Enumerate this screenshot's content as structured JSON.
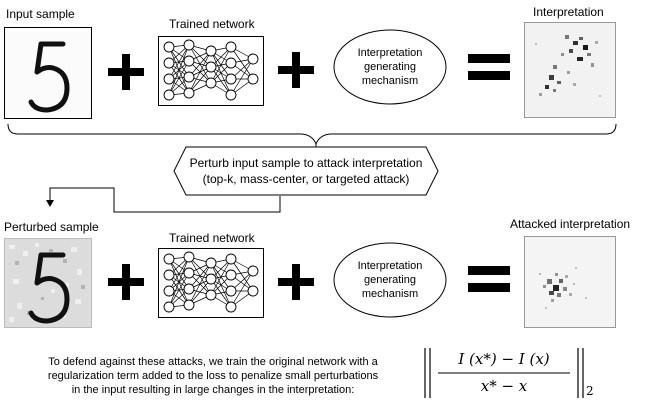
{
  "row1": {
    "input_label": "Input sample",
    "digit": "5",
    "network_label": "Trained network",
    "mechanism_lines": [
      "Interpretation",
      "generating",
      "mechanism"
    ],
    "output_label": "Interpretation"
  },
  "perturb": {
    "line1": "Perturb input sample to attack interpretation",
    "line2": "(top-k, mass-center, or targeted attack)"
  },
  "row2": {
    "input_label": "Perturbed sample",
    "digit": "5",
    "network_label": "Trained network",
    "mechanism_lines": [
      "Interpretation",
      "generating",
      "mechanism"
    ],
    "output_label": "Attacked interpretation"
  },
  "defense": {
    "lines": [
      "To defend against these attacks, we train the original network with a",
      "regularization term added to the loss to penalize small perturbations",
      "in the input resulting in large changes in the interpretation:"
    ],
    "formula": {
      "numerator": "I (x*) − I (x)",
      "denominator": "x* − x",
      "subscript": "2"
    }
  },
  "colors": {
    "stroke": "#000000",
    "background": "#ffffff"
  }
}
